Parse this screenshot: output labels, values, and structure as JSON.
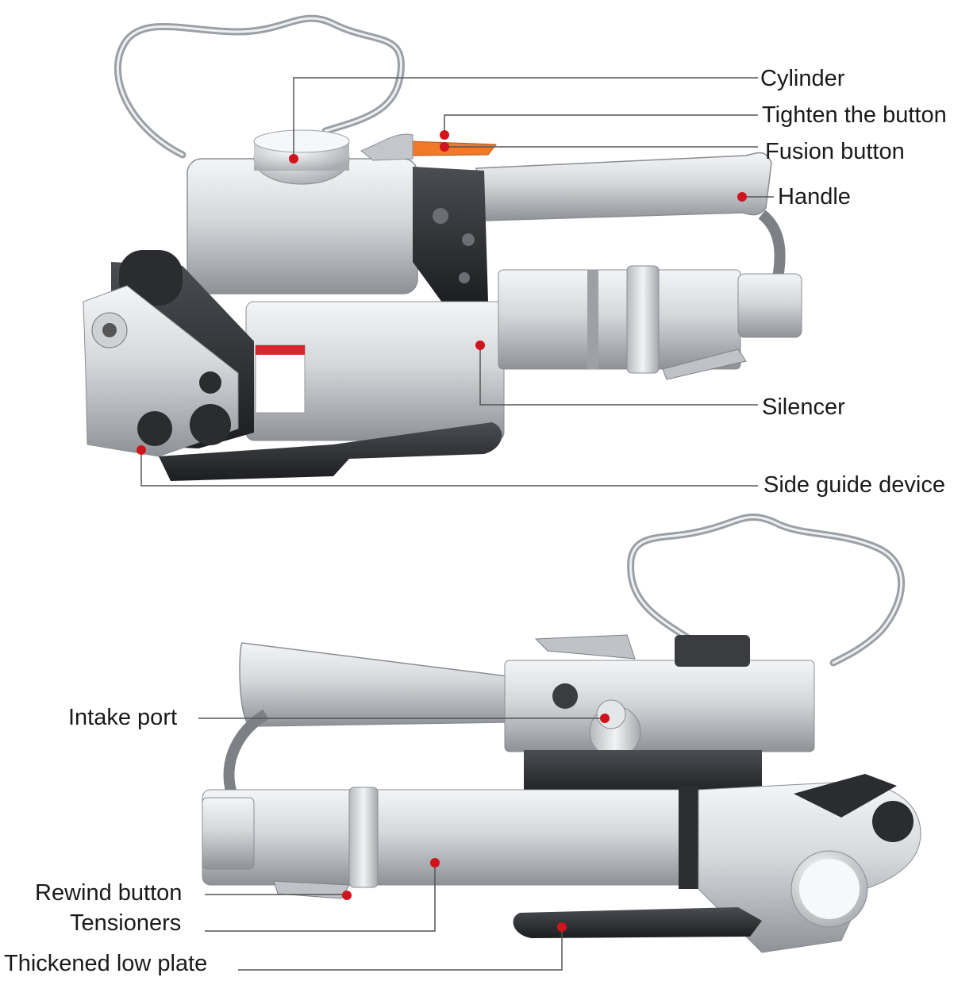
{
  "diagram": {
    "top_view": {
      "labels": {
        "cylinder": "Cylinder",
        "tighten_button": "Tighten the button",
        "fusion_button": "Fusion button",
        "handle": "Handle",
        "silencer": "Silencer",
        "side_guide": "Side guide device"
      }
    },
    "bottom_view": {
      "labels": {
        "intake_port": "Intake port",
        "rewind_button": "Rewind button",
        "tensioners": "Tensioners",
        "low_plate": "Thickened low plate"
      }
    },
    "colors": {
      "marker": "#d0141e",
      "leader_line": "#555555",
      "accent_lever": "#f07a2a",
      "metal": "#c9ccd0",
      "dark_part": "#2b2d31"
    }
  }
}
